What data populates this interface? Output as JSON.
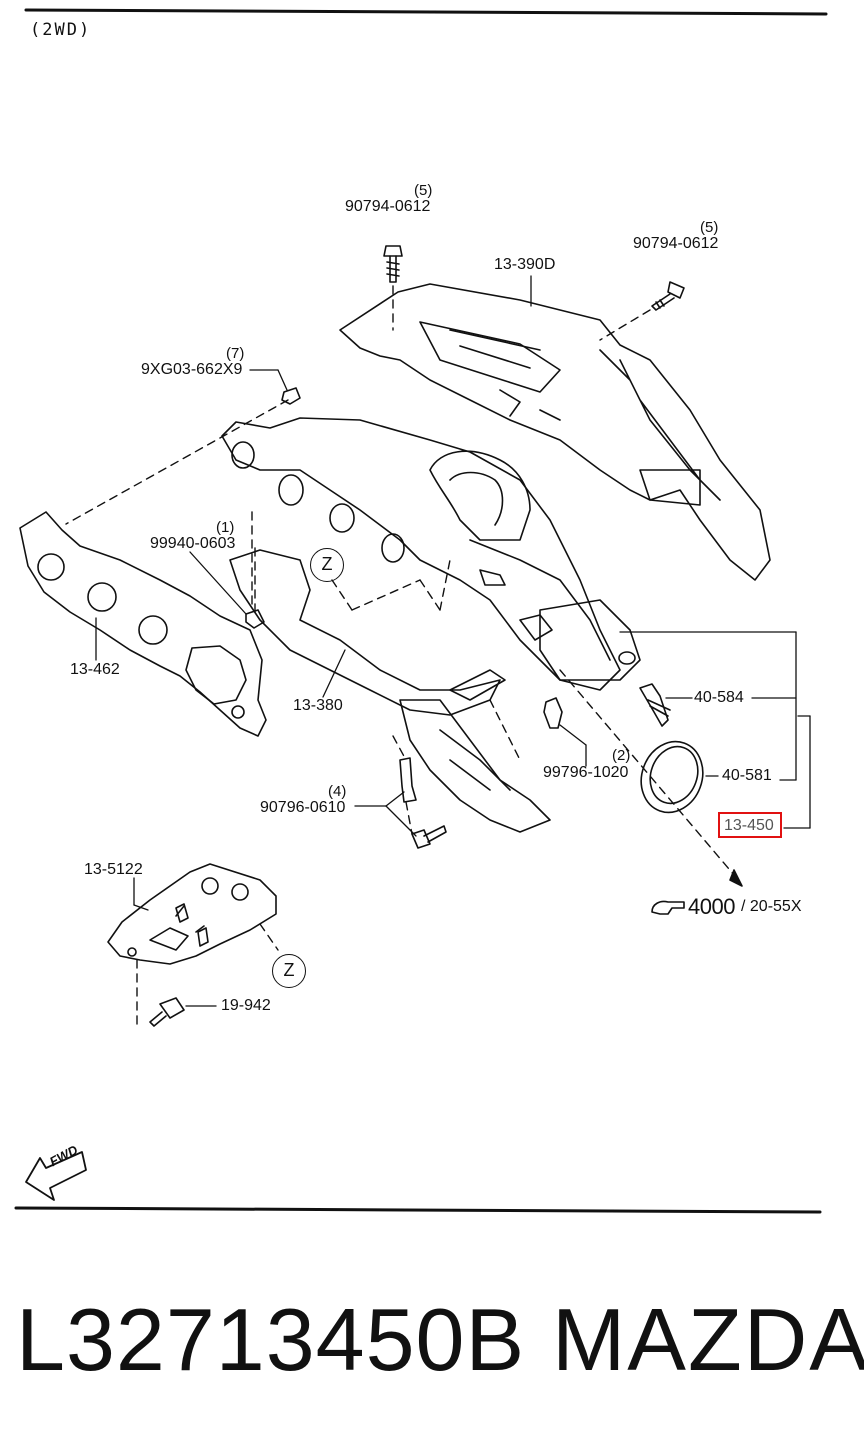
{
  "diagram": {
    "variant": "(2WD)",
    "labels": {
      "bolt_top": "90794-0612",
      "bolt_top_qty": "(5)",
      "bolt_right": "90794-0612",
      "bolt_right_qty": "(5)",
      "heat_insulator": "13-390D",
      "nut": "9XG03-662X9",
      "nut_qty": "(7)",
      "stud": "99940-0603",
      "stud_qty": "(1)",
      "gasket_manifold": "13-462",
      "exhaust_manifold": "13-380",
      "sensor": "40-584",
      "stud_lower": "99796-1020",
      "stud_lower_qty": "(2)",
      "ring": "40-581",
      "gasket_highlighted": "13-450",
      "bolt_lower": "90796-0610",
      "bolt_lower_qty": "(4)",
      "bracket": "13-5122",
      "bolt_bracket": "19-942",
      "zone_mark_1": "Z",
      "zone_mark_2": "Z",
      "ref_main": "4000",
      "ref_sub": "/ 20-55X",
      "fwd": "FWD"
    },
    "highlight_color": "#e11111"
  },
  "caption": {
    "part_number": "L32713450B",
    "brand": "MAZDA"
  }
}
